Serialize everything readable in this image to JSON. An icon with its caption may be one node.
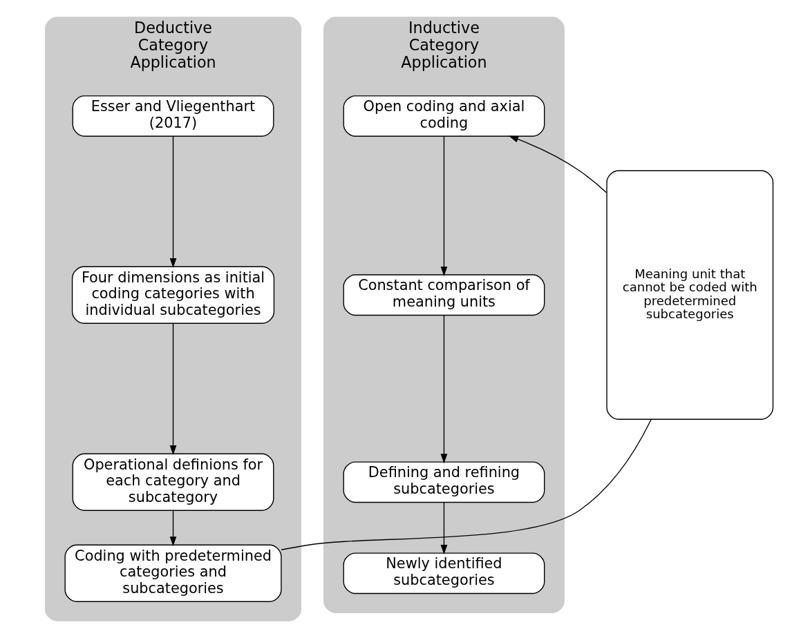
{
  "diagram": {
    "nodes": [
      {
        "text": [
          "Deductive Category Application"
        ]
      },
      {
        "text": [
          "Esser and Vliegenthart (2017)"
        ],
        "in": 0
      },
      {
        "text": [
          "Four dimensions as initial coding categories with individual subcategories"
        ],
        "in": 0
      },
      {
        "text": [
          "Operational definions for each category and subcategory"
        ],
        "in": 0
      },
      {
        "text": [
          "Coding with predetermined categories and subcategories"
        ],
        "in": 0
      },
      {
        "text": [
          "Inductive Category Application"
        ]
      },
      {
        "text": [
          "Open coding and axial coding"
        ],
        "in": 5
      },
      {
        "text": [
          "Constant comparison of meaning units"
        ],
        "in": 5
      },
      {
        "text": [
          "Defining and refining subcategories"
        ],
        "in": 5
      },
      {
        "text": [
          "Newly identified subcategories"
        ],
        "in": 5
      },
      {
        "text": [
          "Meaning unit that cannot be coded with predetermined subcategories"
        ]
      }
    ],
    "edges": [
      {
        "from": 1,
        "to": 2,
        "arrow": "to"
      },
      {
        "from": 2,
        "to": 3,
        "arrow": "to"
      },
      {
        "from": 3,
        "to": 4,
        "arrow": "to"
      },
      {
        "from": 4,
        "to": 10,
        "arrow": "none"
      },
      {
        "from": 10,
        "to": 6,
        "arrow": "to"
      },
      {
        "from": 6,
        "to": 7,
        "arrow": "to"
      },
      {
        "from": 7,
        "to": 8,
        "arrow": "to"
      },
      {
        "from": 8,
        "to": 9,
        "arrow": "to"
      }
    ]
  }
}
